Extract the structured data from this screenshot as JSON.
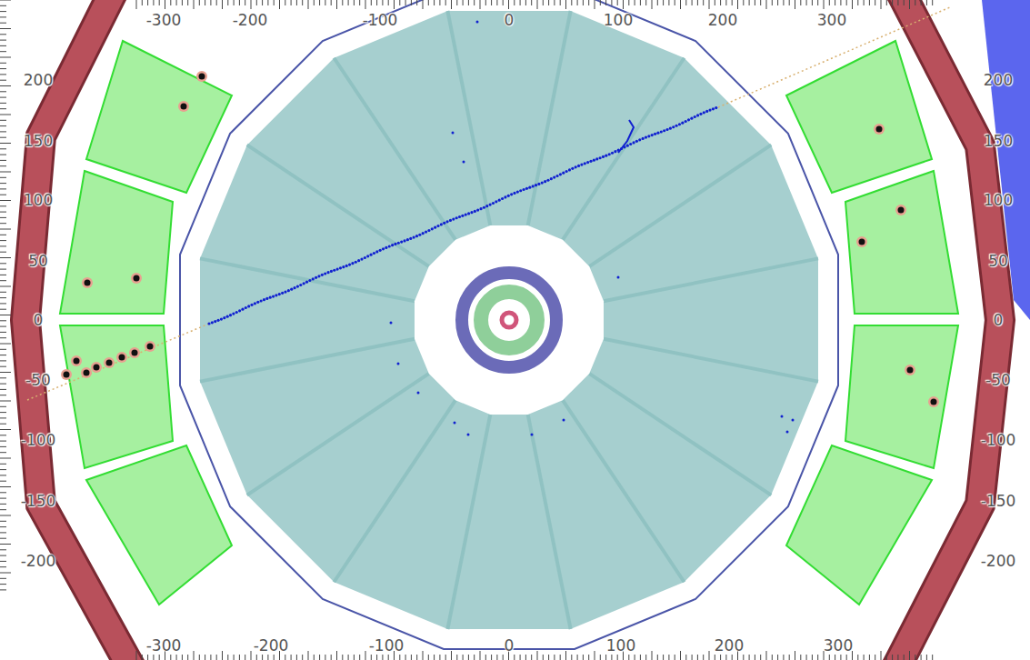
{
  "diagram": {
    "labels": [
      "-300",
      "-200",
      "-100",
      "0",
      "100",
      "200",
      "300",
      "200",
      "150",
      "100",
      "50",
      "0",
      "-50",
      "-100",
      "-150",
      "-200",
      "200",
      "150",
      "100",
      "50",
      "0",
      "-50",
      "-100",
      "-150",
      "-200",
      "-300",
      "-200",
      "-100",
      "0",
      "100",
      "200",
      "300"
    ]
  }
}
